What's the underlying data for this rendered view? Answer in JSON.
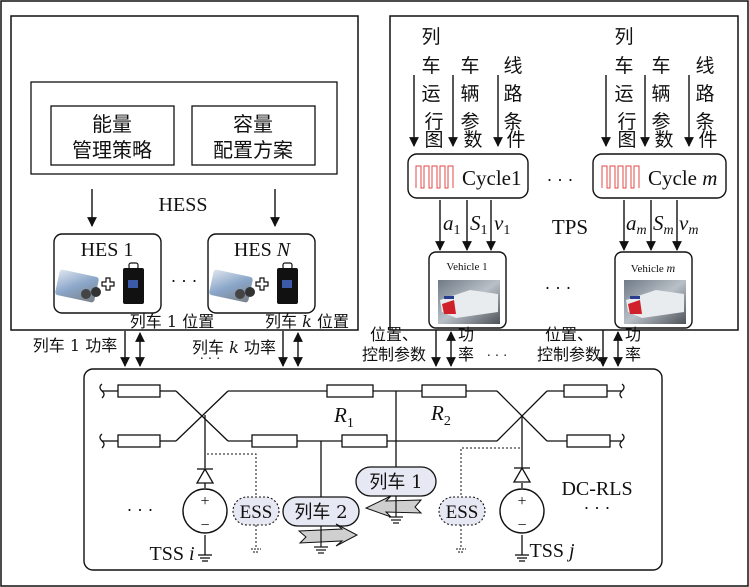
{
  "hess": {
    "title": "HESS",
    "strategy_box": {
      "line1": "能量",
      "line2": "管理策略"
    },
    "config_box": {
      "line1": "容量",
      "line2": "配置方案"
    },
    "units": [
      {
        "label": "HES 1",
        "name_prefix": "HES",
        "index": "1"
      },
      {
        "label": "HES N",
        "name_prefix": "HES",
        "index": "N"
      }
    ],
    "ellipsis": "· · ·",
    "plus_sign": "+"
  },
  "tps": {
    "title": "TPS",
    "inputs": [
      {
        "label": "列车运行图",
        "chars": [
          "列",
          "车",
          "运",
          "行",
          "图"
        ]
      },
      {
        "label": "车辆参数",
        "chars": [
          "车",
          "辆",
          "参",
          "数"
        ]
      },
      {
        "label": "线路条件",
        "chars": [
          "线",
          "路",
          "条",
          "件"
        ]
      }
    ],
    "cycles": [
      {
        "label": "Cycle 1",
        "text": "Cycle",
        "index": "1"
      },
      {
        "label": "Cycle m",
        "text": "Cycle",
        "index": "m"
      }
    ],
    "outputs": [
      {
        "a": "a",
        "s": "S",
        "v": "v",
        "sub": "1"
      },
      {
        "a": "a",
        "s": "S",
        "v": "v",
        "sub": "m"
      }
    ],
    "vehicles": [
      {
        "label": "Vehicle 1",
        "text": "Vehicle",
        "index": "1"
      },
      {
        "label": "Vehicle m",
        "text": "Vehicle",
        "index": "m"
      }
    ],
    "ellipsis": "· · ·"
  },
  "links": {
    "train1_position": {
      "pre": "列车",
      "idx": "1",
      "post": "位置"
    },
    "traink_position": {
      "pre": "列车",
      "idx": "k",
      "post": "位置"
    },
    "train1_power": {
      "pre": "列车",
      "idx": "1",
      "post": "功率"
    },
    "traink_power": {
      "pre": "列车",
      "idx": "k",
      "post": "功率"
    },
    "pos_ctrl_line1": "位置、",
    "pos_ctrl_line2": "控制参数",
    "power_line1": "功",
    "power_line2": "率",
    "ellipsis": "· · ·"
  },
  "dcrls": {
    "title": "DC-RLS",
    "r1": {
      "sym": "R",
      "sub": "1"
    },
    "r2": {
      "sym": "R",
      "sub": "2"
    },
    "train1": "列车 1",
    "train2": "列车 2",
    "ess": "ESS",
    "tss_i": {
      "text": "TSS",
      "idx": "i"
    },
    "tss_j": {
      "text": "TSS",
      "idx": "j"
    },
    "plus": "+",
    "minus": "−",
    "ellipsis": "· · ·"
  },
  "colors": {
    "line": "#111111",
    "train_fill": "#e6e8f3",
    "arrow_fill": "#cfcfcf",
    "waveform": "#e04848"
  }
}
